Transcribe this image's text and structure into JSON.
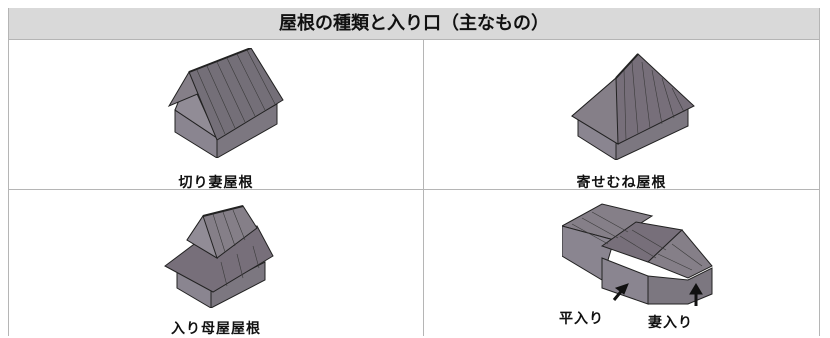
{
  "title": "屋根の種類と入り口（主なもの）",
  "roofs": [
    {
      "caption": "切り妻屋根",
      "icon": "gable-roof-house-icon"
    },
    {
      "caption": "寄せむね屋根",
      "icon": "hip-roof-house-icon"
    },
    {
      "caption": "入り母屋屋根",
      "icon": "irimoya-roof-house-icon"
    },
    {
      "icon": "entrance-house-icon",
      "labels": {
        "hira": "平入り",
        "tsuma": "妻入り"
      }
    }
  ],
  "colors": {
    "roof": "#7f7880",
    "wall": "#8a8590",
    "outline": "#222222",
    "header": "#d9d9d9"
  }
}
